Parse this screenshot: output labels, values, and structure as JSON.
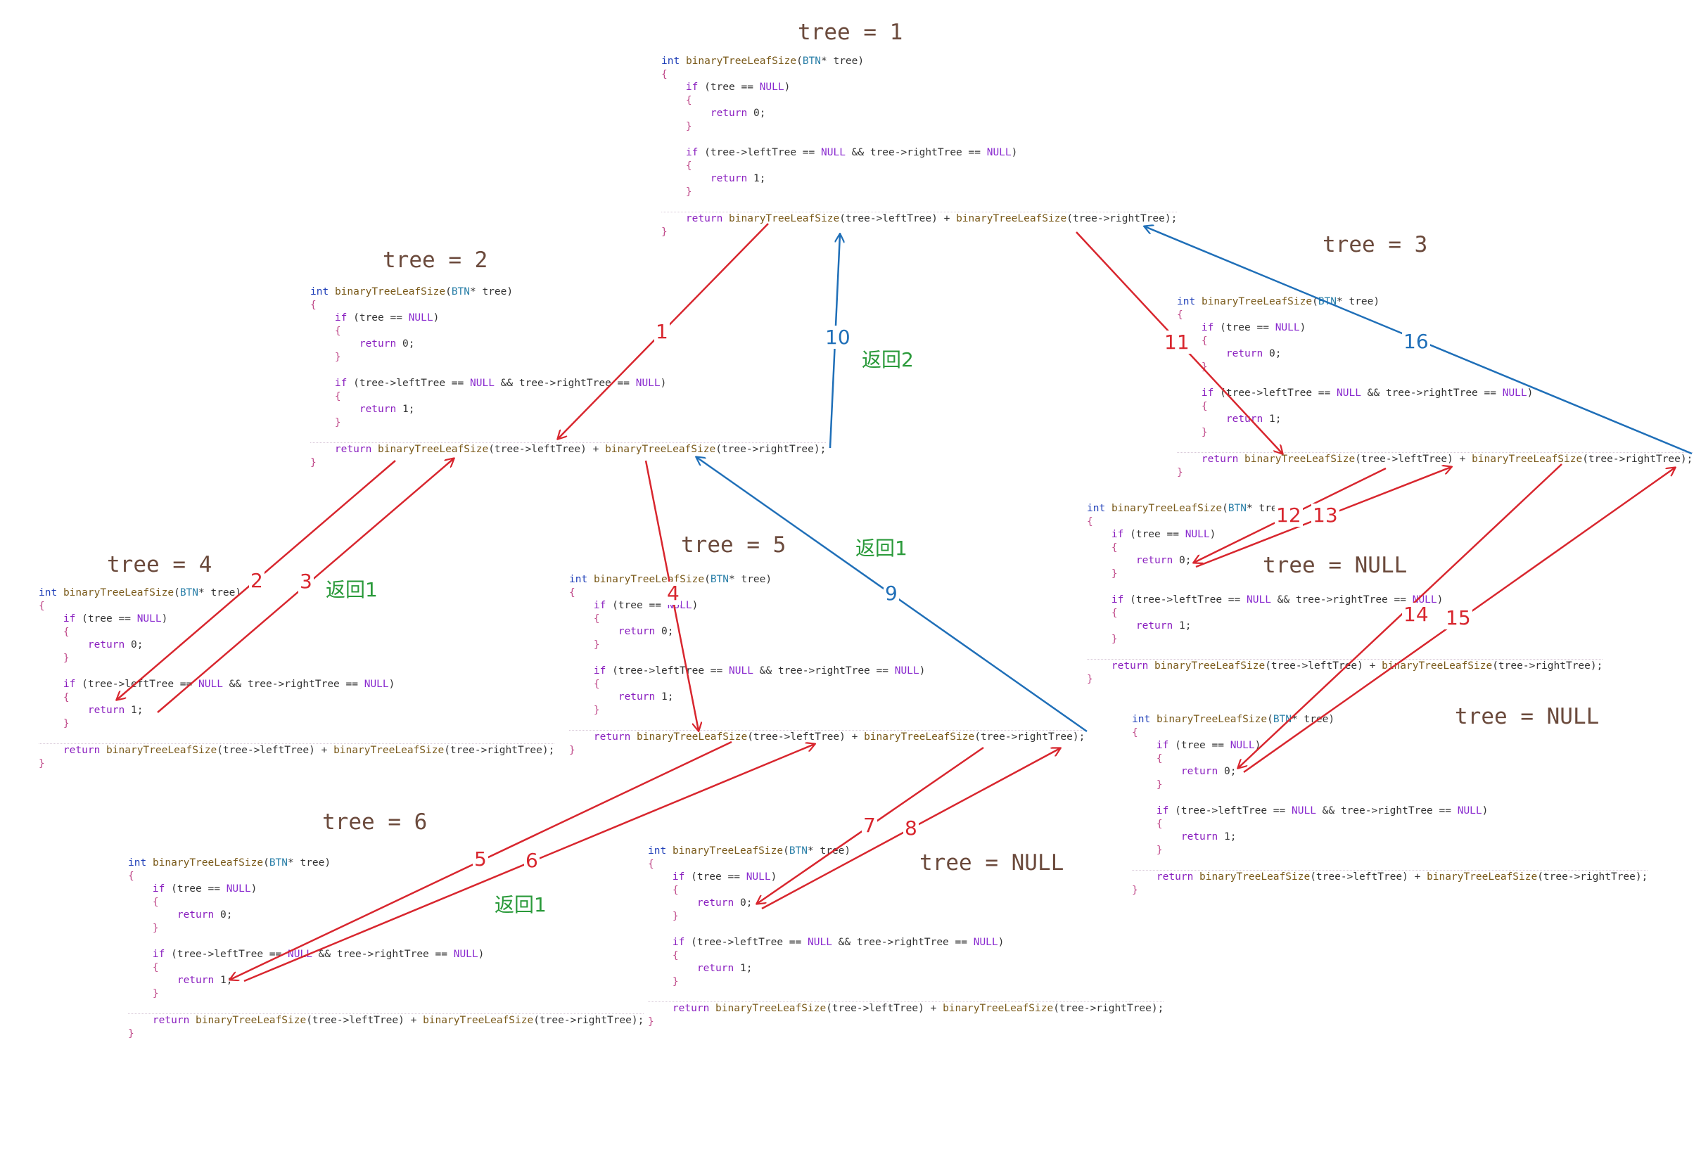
{
  "titles": {
    "t1": "tree = 1",
    "t2": "tree = 2",
    "t3": "tree = 3",
    "t4": "tree = 4",
    "t5": "tree = 5",
    "t6": "tree = 6",
    "tnull1": "tree = NULL",
    "tnull2": "tree = NULL",
    "tnull3": "tree = NULL"
  },
  "code_lines": [
    "int binaryTreeLeafSize(BTN* tree)",
    "{",
    "    if (tree == NULL)",
    "    {",
    "        return 0;",
    "    }",
    "",
    "    if (tree->leftTree == NULL && tree->rightTree == NULL)",
    "    {",
    "        return 1;",
    "    }",
    "",
    "    return binaryTreeLeafSize(tree->leftTree) + binaryTreeLeafSize(tree->rightTree);",
    "}"
  ],
  "step_labels": {
    "s1": "1",
    "s2": "2",
    "s3": "3",
    "s4": "4",
    "s5": "5",
    "s6": "6",
    "s7": "7",
    "s8": "8",
    "s9": "9",
    "s10": "10",
    "s11": "11",
    "s12": "12",
    "s13": "13",
    "s14": "14",
    "s15": "15",
    "s16": "16"
  },
  "return_labels": {
    "r2": "返回2",
    "r1a": "返回1",
    "r1b": "返回1",
    "r1c": "返回1"
  },
  "colors": {
    "call_arrow": "#d8262e",
    "return_arrow": "#1f6fb8",
    "return_text": "#2a9a3a",
    "title_text": "#6b4a3c"
  }
}
